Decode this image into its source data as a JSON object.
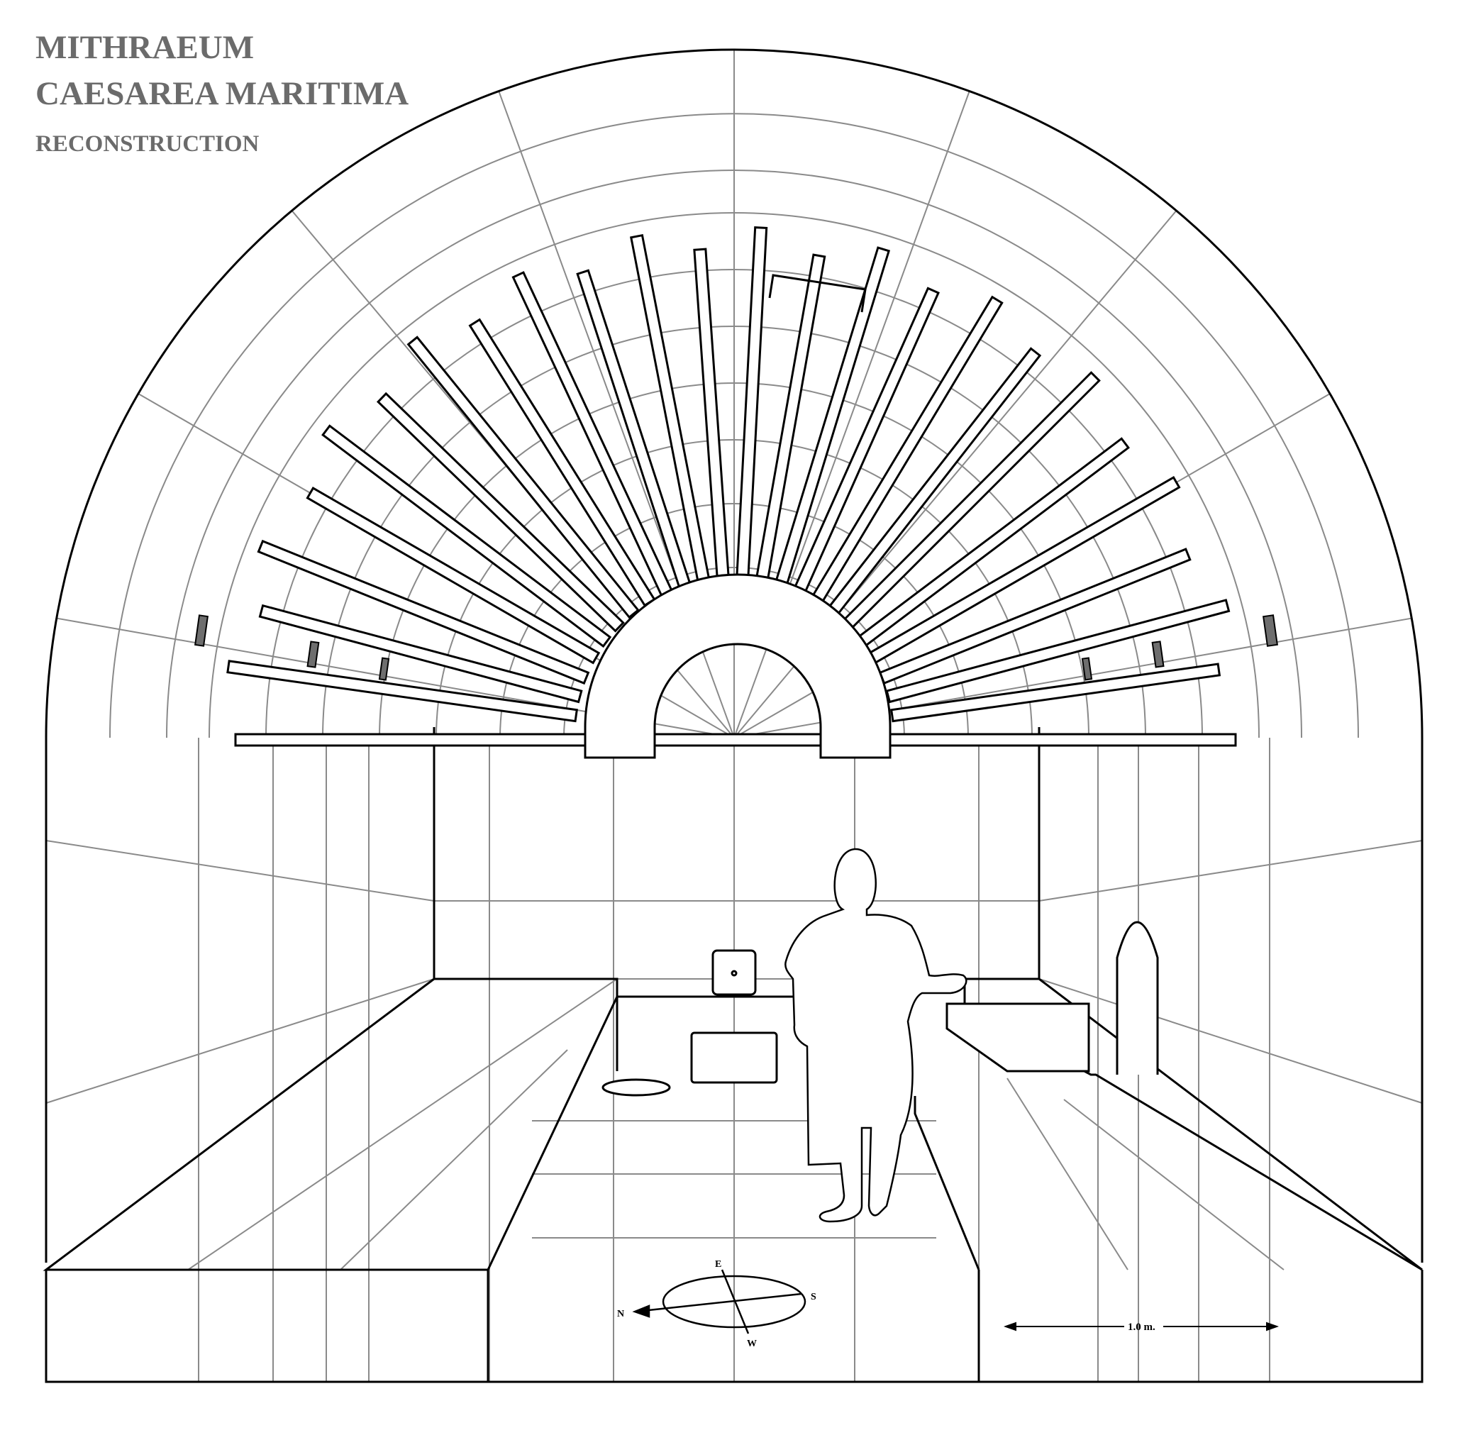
{
  "title": {
    "line1": "MITHRAEUM",
    "line2": "CAESAREA MARITIMA",
    "line3": "RECONSTRUCTION"
  },
  "compass": {
    "north": "N",
    "east": "E",
    "south": "S",
    "west": "W"
  },
  "scale_bar": {
    "label": "1.0 m."
  },
  "colors": {
    "title": "#6b6b6b",
    "line": "#000000",
    "guide": "#8a8a8a",
    "window": "#6e6e6e"
  }
}
